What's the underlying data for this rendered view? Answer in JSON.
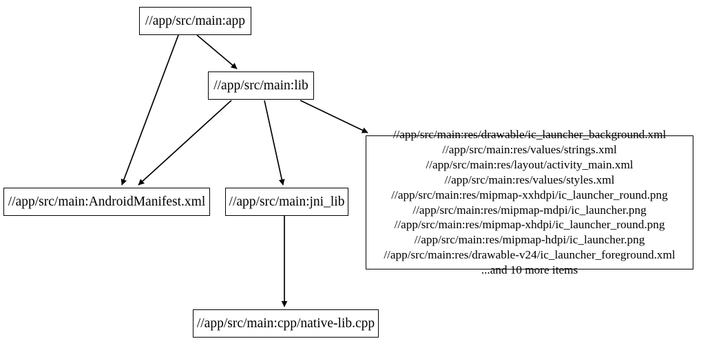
{
  "graph": {
    "type": "dependency-graph",
    "title": "",
    "background_color": "#ffffff",
    "node_border_color": "#000000",
    "edge_color": "#000000",
    "text_color": "#000000",
    "nodes": [
      {
        "id": "app",
        "label": "//app/src/main:app"
      },
      {
        "id": "lib",
        "label": "//app/src/main:lib"
      },
      {
        "id": "manifest",
        "label": "//app/src/main:AndroidManifest.xml"
      },
      {
        "id": "jni",
        "label": "//app/src/main:jni_lib"
      },
      {
        "id": "native",
        "label": "//app/src/main:cpp/native-lib.cpp"
      },
      {
        "id": "res",
        "label": "//app/src/main:res/drawable/ic_launcher_background.xml\n//app/src/main:res/values/strings.xml\n//app/src/main:res/layout/activity_main.xml\n//app/src/main:res/values/styles.xml\n//app/src/main:res/mipmap-xxhdpi/ic_launcher_round.png\n//app/src/main:res/mipmap-mdpi/ic_launcher.png\n//app/src/main:res/mipmap-xhdpi/ic_launcher_round.png\n//app/src/main:res/mipmap-hdpi/ic_launcher.png\n//app/src/main:res/drawable-v24/ic_launcher_foreground.xml\n...and 10 more items",
        "lines": [
          "//app/src/main:res/drawable/ic_launcher_background.xml",
          "//app/src/main:res/values/strings.xml",
          "//app/src/main:res/layout/activity_main.xml",
          "//app/src/main:res/values/styles.xml",
          "//app/src/main:res/mipmap-xxhdpi/ic_launcher_round.png",
          "//app/src/main:res/mipmap-mdpi/ic_launcher.png",
          "//app/src/main:res/mipmap-xhdpi/ic_launcher_round.png",
          "//app/src/main:res/mipmap-hdpi/ic_launcher.png",
          "//app/src/main:res/drawable-v24/ic_launcher_foreground.xml",
          "...and 10 more items"
        ],
        "overflow_note": "...and 10 more items"
      }
    ],
    "edges": [
      {
        "from": "app",
        "to": "lib"
      },
      {
        "from": "app",
        "to": "manifest"
      },
      {
        "from": "lib",
        "to": "manifest"
      },
      {
        "from": "lib",
        "to": "jni"
      },
      {
        "from": "lib",
        "to": "res"
      },
      {
        "from": "jni",
        "to": "native"
      }
    ]
  }
}
